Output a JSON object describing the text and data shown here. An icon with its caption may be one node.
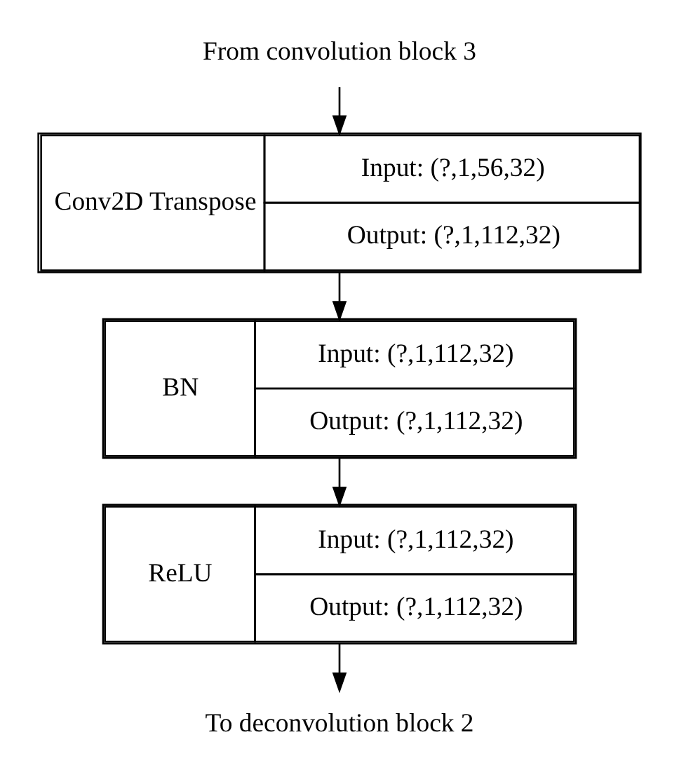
{
  "diagram": {
    "nodes": [
      {
        "text": [
          "From convolution block 3"
        ]
      },
      {
        "text": [
          "Conv2D Transpose",
          "Input: (?,1,56,32)",
          "Output: (?,1,112,32)"
        ]
      },
      {
        "text": [
          "BN",
          "Input: (?,1,112,32)",
          "Output: (?,1,112,32)"
        ]
      },
      {
        "text": [
          "ReLU",
          "Input: (?,1,112,32)",
          "Output: (?,1,112,32)"
        ]
      },
      {
        "text": [
          "To deconvolution block 2"
        ]
      }
    ],
    "edges": [
      {
        "from": 0,
        "to": 1,
        "arrow": "to"
      },
      {
        "from": 1,
        "to": 2,
        "arrow": "to"
      },
      {
        "from": 2,
        "to": 3,
        "arrow": "to"
      },
      {
        "from": 3,
        "to": 4,
        "arrow": "to"
      }
    ]
  }
}
